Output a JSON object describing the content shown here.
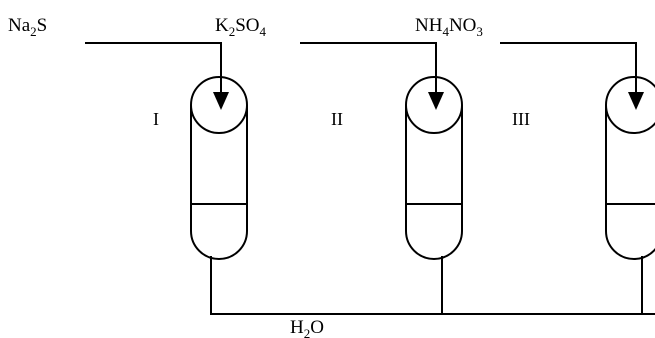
{
  "reagents": [
    {
      "base": "Na",
      "sub": "2",
      "rest": "S",
      "sub2": "",
      "rest2": ""
    },
    {
      "base": "K",
      "sub": "2",
      "rest": "SO",
      "sub2": "4",
      "rest2": ""
    },
    {
      "base": "NH",
      "sub": "4",
      "rest": "NO",
      "sub2": "3",
      "rest2": ""
    }
  ],
  "vessels": [
    {
      "label": "I"
    },
    {
      "label": "II"
    },
    {
      "label": "III"
    }
  ],
  "bottom_line": {
    "base": "H",
    "sub": "2",
    "rest": "O"
  },
  "colors": {
    "stroke": "#000000",
    "background": "#ffffff"
  }
}
